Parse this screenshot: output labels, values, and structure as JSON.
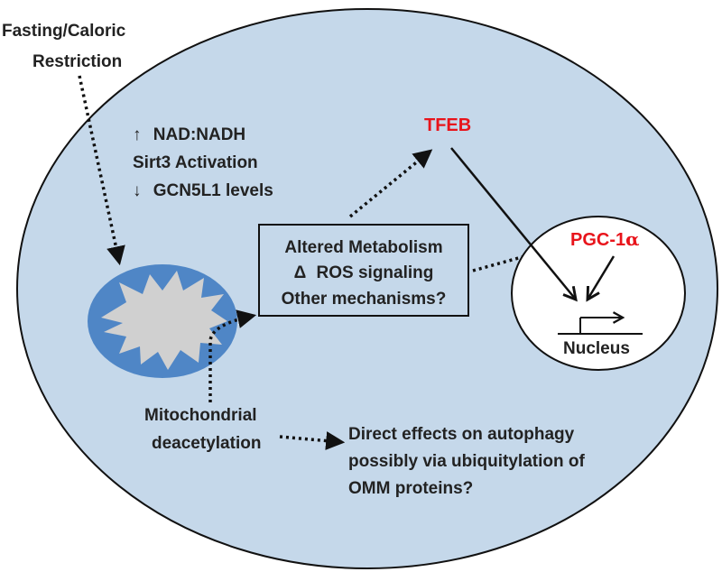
{
  "inputs": {
    "line1": "Fasting/Caloric",
    "line2": "Restriction"
  },
  "effects": {
    "line1_symbol": "↑",
    "line1_text": "NAD:NADH",
    "line2": "Sirt3 Activation",
    "line3_symbol": "↓",
    "line3_text": "GCN5L1 levels"
  },
  "mechanisms": {
    "line1": "Altered Metabolism",
    "line2_symbol": "Δ",
    "line2_text": "ROS signaling",
    "line3": "Other mechanisms?"
  },
  "tfeb": "TFEB",
  "pgc": {
    "prefix": "PGC-1",
    "greek": "α"
  },
  "nucleus": "Nucleus",
  "deacetylation": {
    "line1": "Mitochondrial",
    "line2": "deacetylation"
  },
  "direct_effects": {
    "line1": "Direct effects on autophagy",
    "line2": "possibly via ubiquitylation of",
    "line3": "OMM proteins?"
  },
  "colors": {
    "cell_fill": "#c5d8ea",
    "mito_fill": "#4f86c6",
    "mito_inner": "#d0d0d0",
    "highlight_text": "#e8141b",
    "text": "#222222"
  }
}
